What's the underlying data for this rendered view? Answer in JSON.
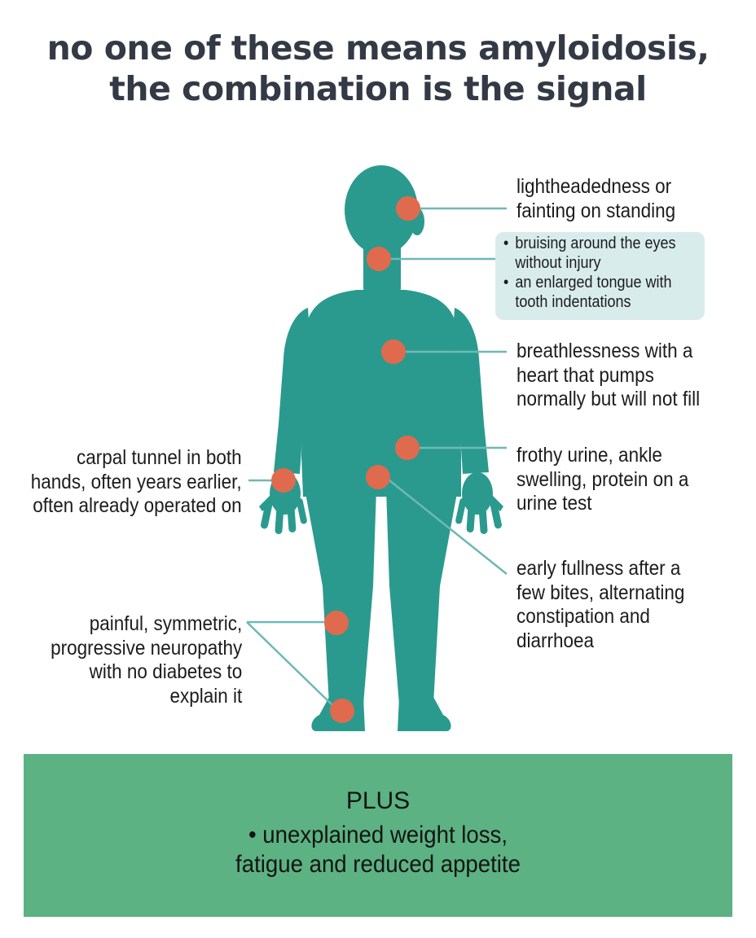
{
  "title": {
    "line1": "no one of these means amyloidosis,",
    "line2": "the combination is the signal"
  },
  "colors": {
    "body": "#2a9a8e",
    "marker": "#e06a4e",
    "connector": "#6fb8b6",
    "callout_bg": "#d9ecec",
    "plus_bg": "#5cb282",
    "title": "#333a45"
  },
  "symptoms": {
    "head": {
      "lines": [
        "lightheadedness or",
        "fainting on standing"
      ]
    },
    "face": {
      "bullets": [
        {
          "lines": [
            "bruising around the eyes",
            "without injury"
          ]
        },
        {
          "lines": [
            "an enlarged tongue with",
            "tooth indentations"
          ]
        }
      ]
    },
    "chest": {
      "lines": [
        "breathlessness with a",
        "heart that pumps",
        "normally but will not fill"
      ]
    },
    "kidney": {
      "lines": [
        "frothy urine, ankle",
        "swelling, protein on a",
        "urine test"
      ]
    },
    "gut": {
      "lines": [
        "early fullness after a",
        "few bites, alternating",
        "constipation and",
        "diarrhoea"
      ]
    },
    "wrist": {
      "lines": [
        "carpal tunnel in both",
        "hands, often years earlier,",
        "often already operated on"
      ]
    },
    "nerves": {
      "lines": [
        "painful, symmetric,",
        "progressive neuropathy",
        "with no diabetes to",
        "explain it"
      ]
    }
  },
  "plus": {
    "title": "PLUS",
    "item_lines": [
      "• unexplained weight loss,",
      "fatigue and reduced appetite"
    ]
  }
}
